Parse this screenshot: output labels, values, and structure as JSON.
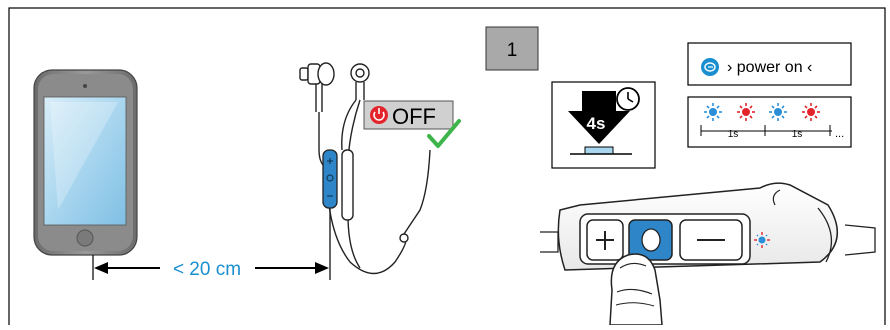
{
  "step": {
    "number": "1"
  },
  "distance": {
    "label": "< 20 cm"
  },
  "earphones": {
    "off_label": "OFF"
  },
  "hold": {
    "duration": "4s"
  },
  "voice_prompt": {
    "text": "› power on ‹"
  },
  "led_timeline": {
    "interval_1": "1s",
    "interval_2": "1s",
    "ellipsis": "..."
  },
  "colors": {
    "led_blue": "#2a8fd6",
    "led_red": "#e3242b",
    "accent_blue": "#1a8fd0",
    "check_green": "#3db54a",
    "remote_blue": "#2e86c8"
  }
}
